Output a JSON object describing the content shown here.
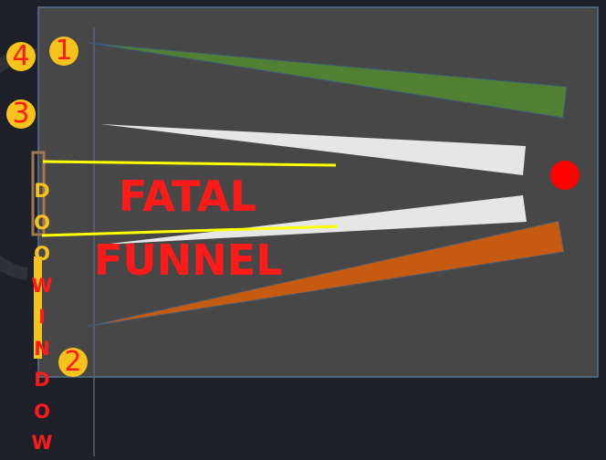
{
  "diagram": {
    "title_line_1": "FATAL",
    "title_line_2": "FUNNEL",
    "wall_label_door": [
      "D",
      "O",
      "O"
    ],
    "wall_label_window": [
      "W",
      "I",
      "N",
      "D",
      "O",
      "W"
    ],
    "markers": [
      {
        "id": "marker-4",
        "label": "4"
      },
      {
        "id": "marker-1",
        "label": "1"
      },
      {
        "id": "marker-3",
        "label": "3"
      },
      {
        "id": "marker-2",
        "label": "2"
      }
    ]
  },
  "colors": {
    "background": "#1d2029",
    "room": "#474747",
    "room_border": "#5a7290",
    "green_sector": "#528032",
    "white_sector": "#e6e6e6",
    "orange_sector": "#c55a11",
    "yellow_line": "#ffff00",
    "door_frame": "#a07850",
    "window_strip": "#f6c21c",
    "target": "#ff0000",
    "marker_fill": "#f6c21c",
    "marker_text": "#ff1a1a",
    "door_letters": "#f6c21c",
    "window_letters": "#ff1a1a"
  }
}
